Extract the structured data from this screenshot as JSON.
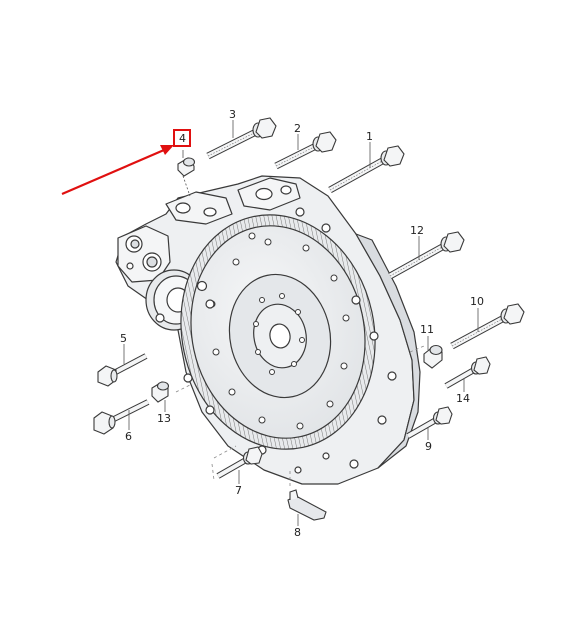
{
  "diagram": {
    "callouts": [
      "1",
      "2",
      "3",
      "4",
      "5",
      "6",
      "7",
      "8",
      "9",
      "10",
      "11",
      "12",
      "13",
      "14"
    ],
    "highlighted_callout": "4",
    "highlight_color": "#e01010",
    "line_color": "#3a3a3a",
    "part_fill": "#f2f4f6"
  }
}
